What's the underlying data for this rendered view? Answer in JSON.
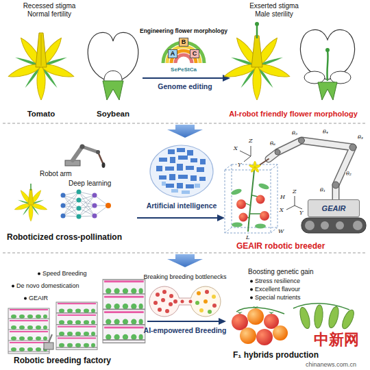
{
  "diagram": {
    "nodes": [
      {
        "text": [
          "B"
        ]
      },
      {
        "text": [
          "A"
        ]
      },
      {
        "text": [
          "C"
        ]
      },
      {
        "text": [
          "GEAIR"
        ]
      }
    ],
    "labels": [
      "Recessed stigma",
      "Normal fertility",
      "Engineering flower morphology",
      "SePeStCa",
      "Genome editing",
      "Exserted stigma",
      "Male sterility",
      "Tomato",
      "Soybean",
      "AI-robot friendly flower morphology",
      "Robot arm",
      "Deep learning",
      "Artificial intelligence",
      "Z",
      "X",
      "Y",
      "H",
      "W",
      "L",
      "θ₁",
      "θ₂",
      "θ₃",
      "θ₄",
      "θ₅",
      "θ₆",
      "Z",
      "X",
      "Y",
      "Roboticized cross-pollination",
      "GEAIR robotic breeder",
      "Speed Breeding",
      "De novo domestication",
      "GEAIR",
      "Robotic breeding factory",
      "Breaking breeding bottlenecks",
      "AI-empowered Breeding",
      "Boosting genetic gain",
      "Stress resilience",
      "Excellent flavour",
      "Special nutrients",
      "F₁ hybrids production",
      "中新网",
      "chinanews.com.cn"
    ]
  }
}
